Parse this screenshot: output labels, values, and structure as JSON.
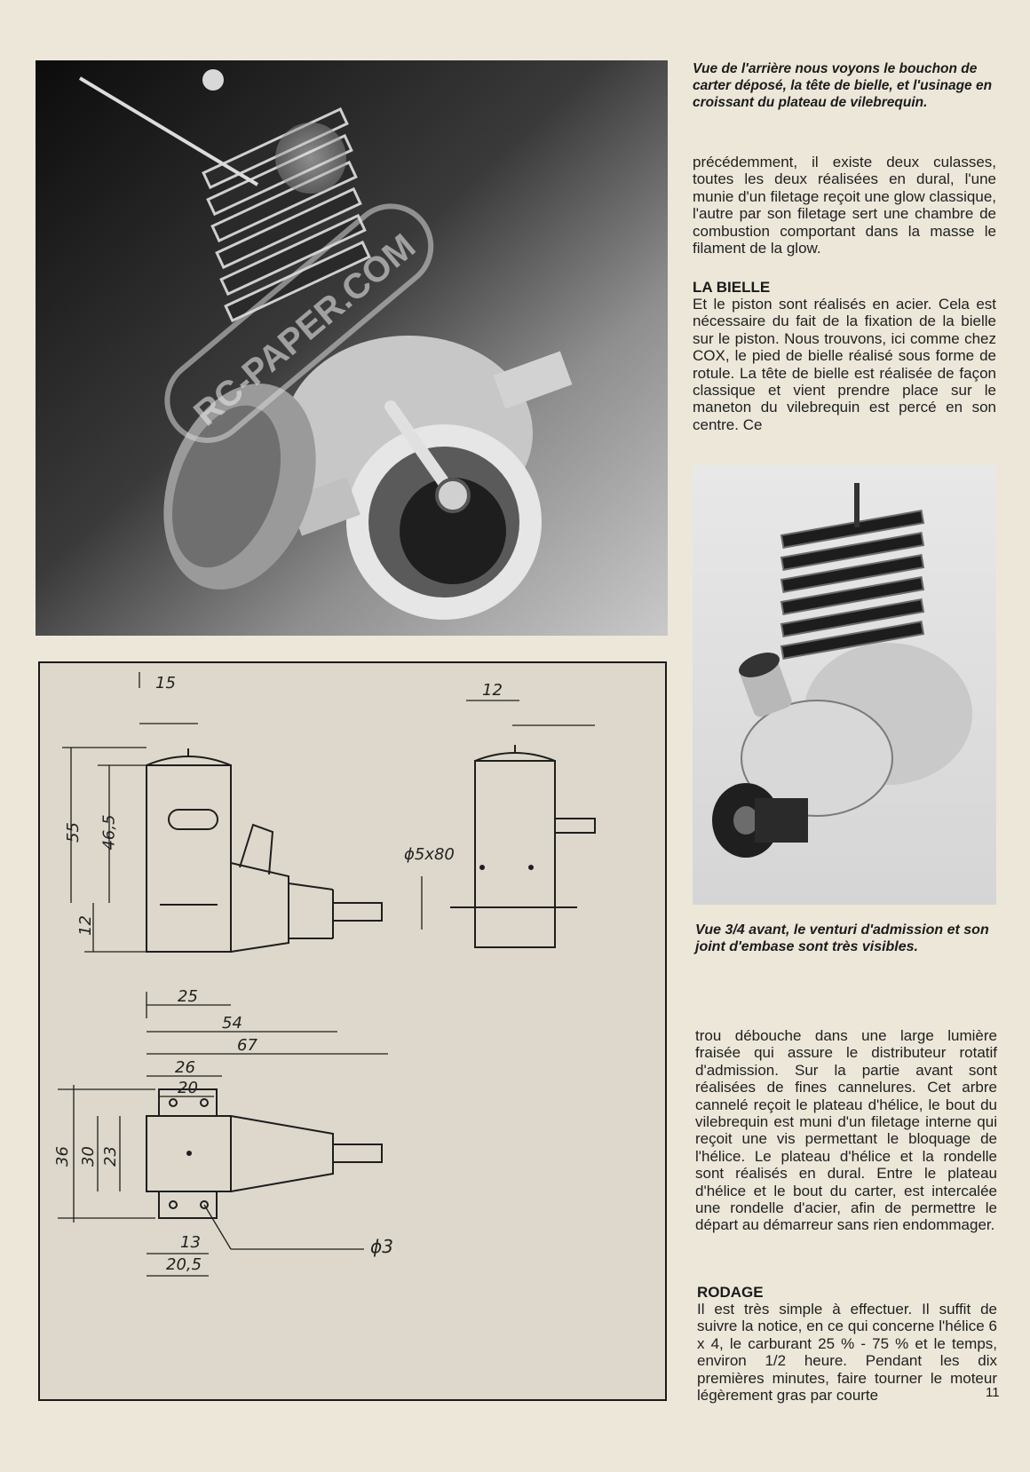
{
  "captions": {
    "top": "Vue de l'arrière nous voyons le bouchon de carter déposé, la tête de bielle, et l'usinage en croissant du plateau de vilebrequin.",
    "side": "Vue 3/4 avant, le venturi d'admission et son joint d'embase sont très visibles."
  },
  "paragraphs": {
    "p1": "précédemment, il existe deux culasses, toutes les deux réalisées en dural, l'une munie d'un filetage reçoit une glow classique, l'autre par son filetage sert une chambre de combustion comportant dans la masse le filament de la glow.",
    "heading1": "LA BIELLE",
    "p2": "Et le piston sont réalisés en acier. Cela est nécessaire du fait de la fixation de la bielle sur le piston. Nous trouvons, ici comme chez COX, le pied de bielle réalisé sous forme de rotule. La tête de bielle est réalisée de façon classique et vient prendre place sur le maneton du vilebrequin est percé en son centre. Ce",
    "p3": "trou débouche dans une large lumière fraisée qui assure le distributeur rotatif d'admission. Sur la partie avant sont réalisées de fines cannelures. Cet arbre cannelé reçoit le plateau d'hélice, le bout du vilebrequin est muni d'un filetage interne qui reçoit une vis permettant le bloquage de l'hélice. Le plateau d'hélice et la rondelle sont réalisés en dural. Entre le plateau d'hélice et le bout du carter, est intercalée une rondelle d'acier, afin de permettre le départ au démarreur sans rien endommager.",
    "heading2": "RODAGE",
    "p4": "Il est très simple à effectuer. Il suffit de suivre la notice, en ce qui concerne l'hélice 6 x 4, le carburant 25 % - 75 % et le temps, environ 1/2 heure. Pendant les dix premières minutes, faire tourner le moteur légèrement gras par courte"
  },
  "watermark": "RC-PAPER.COM",
  "drawing": {
    "dims": {
      "d15": "15",
      "d12": "12",
      "d55": "55",
      "d46_5": "46,5",
      "d12b": "12",
      "d5x80": "ϕ5x80",
      "d25": "25",
      "d54": "54",
      "d67": "67",
      "d26": "26",
      "d20": "20",
      "d36": "36",
      "d30": "30",
      "d23": "23",
      "d13": "13",
      "d20_5": "20,5",
      "d3": "ϕ3"
    }
  },
  "page_number": "11"
}
